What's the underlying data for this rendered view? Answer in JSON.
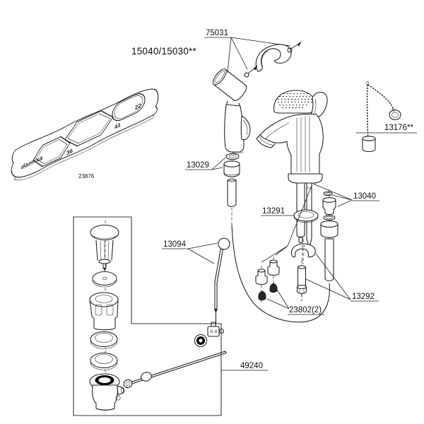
{
  "diagram": {
    "title": "15040/15030**",
    "part_labels": {
      "spray_handle_kit": "75031",
      "chain_stay": "13176**",
      "hose_coupling": "13029",
      "check_valve": "13040",
      "base_gasket": "13291",
      "lift_rod": "13094",
      "clip_extension": "13292",
      "mounting_nuts": "23802(2)",
      "drain_assembly": "49240",
      "service_wrench": "23876"
    },
    "wrench_plate": {
      "brand": "damixa",
      "hole_sizes": [
        "22",
        "41",
        "36"
      ]
    }
  }
}
